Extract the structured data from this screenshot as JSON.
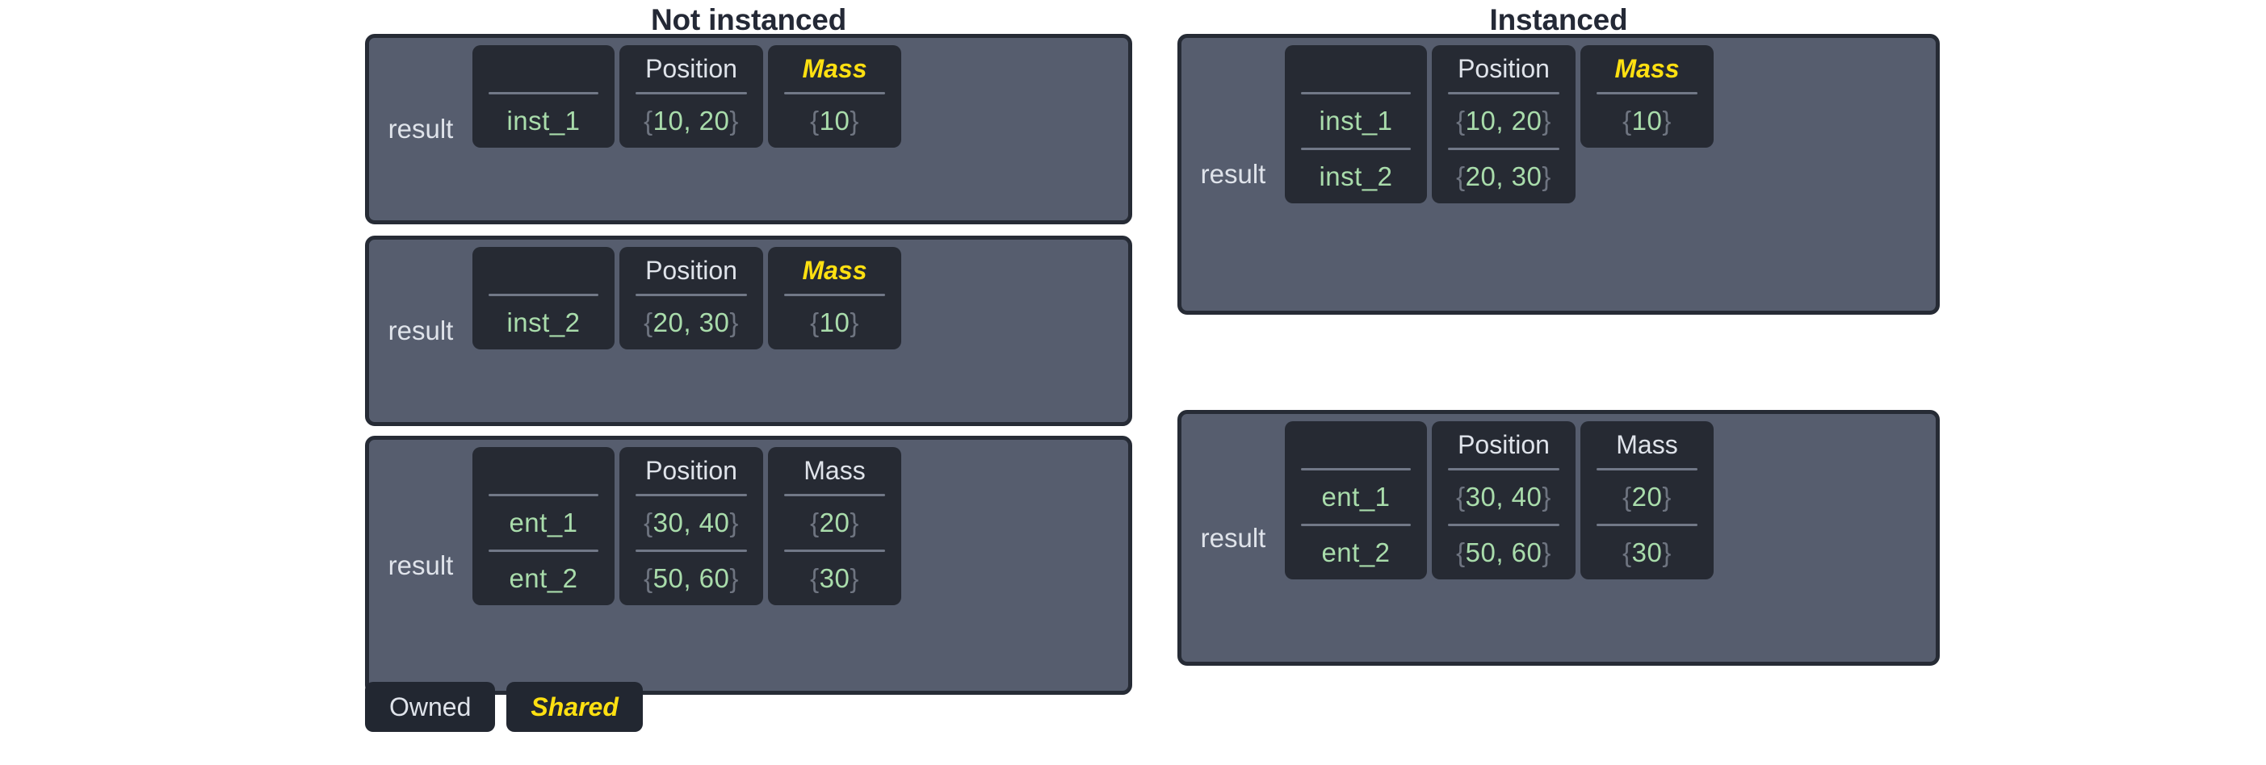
{
  "panels": [
    {
      "id": "not-instanced",
      "title": "Not instanced",
      "tables": [
        {
          "label": "result",
          "columns": [
            {
              "header": "",
              "ownership": "owned"
            },
            {
              "header": "Position",
              "ownership": "owned"
            },
            {
              "header": "Mass",
              "ownership": "shared"
            }
          ],
          "rows": [
            {
              "name": "inst_1",
              "position": "{10, 20}",
              "mass": "{10}"
            }
          ]
        },
        {
          "label": "result",
          "columns": [
            {
              "header": "",
              "ownership": "owned"
            },
            {
              "header": "Position",
              "ownership": "owned"
            },
            {
              "header": "Mass",
              "ownership": "shared"
            }
          ],
          "rows": [
            {
              "name": "inst_2",
              "position": "{20, 30}",
              "mass": "{10}"
            }
          ]
        },
        {
          "label": "result",
          "columns": [
            {
              "header": "",
              "ownership": "owned"
            },
            {
              "header": "Position",
              "ownership": "owned"
            },
            {
              "header": "Mass",
              "ownership": "owned"
            }
          ],
          "rows": [
            {
              "name": "ent_1",
              "position": "{30, 40}",
              "mass": "{20}"
            },
            {
              "name": "ent_2",
              "position": "{50, 60}",
              "mass": "{30}"
            }
          ]
        }
      ]
    },
    {
      "id": "instanced",
      "title": "Instanced",
      "tables": [
        {
          "label": "result",
          "columns": [
            {
              "header": "",
              "ownership": "owned"
            },
            {
              "header": "Position",
              "ownership": "owned"
            },
            {
              "header": "Mass",
              "ownership": "shared"
            }
          ],
          "rows": [
            {
              "name": "inst_1",
              "position": "{10, 20}",
              "mass": "{10}"
            },
            {
              "name": "inst_2",
              "position": "{20, 30}",
              "mass": null
            }
          ]
        },
        {
          "label": "result",
          "columns": [
            {
              "header": "",
              "ownership": "owned"
            },
            {
              "header": "Position",
              "ownership": "owned"
            },
            {
              "header": "Mass",
              "ownership": "owned"
            }
          ],
          "rows": [
            {
              "name": "ent_1",
              "position": "{30, 40}",
              "mass": "{20}"
            },
            {
              "name": "ent_2",
              "position": "{50, 60}",
              "mass": "{30}"
            }
          ]
        }
      ]
    }
  ],
  "legend": [
    {
      "label": "Owned",
      "ownership": "owned"
    },
    {
      "label": "Shared",
      "ownership": "shared"
    }
  ],
  "colors": {
    "page_background": "#ffffff",
    "title_text": "#242936",
    "card_border": "#262b35",
    "card_background": "#565d6e",
    "cell_background": "#262a33",
    "header_text": "#dfe3ea",
    "shared_text": "#ffe011",
    "value_text": "#a9dcab",
    "brace_text": "#6e7480",
    "divider": "#717887"
  }
}
